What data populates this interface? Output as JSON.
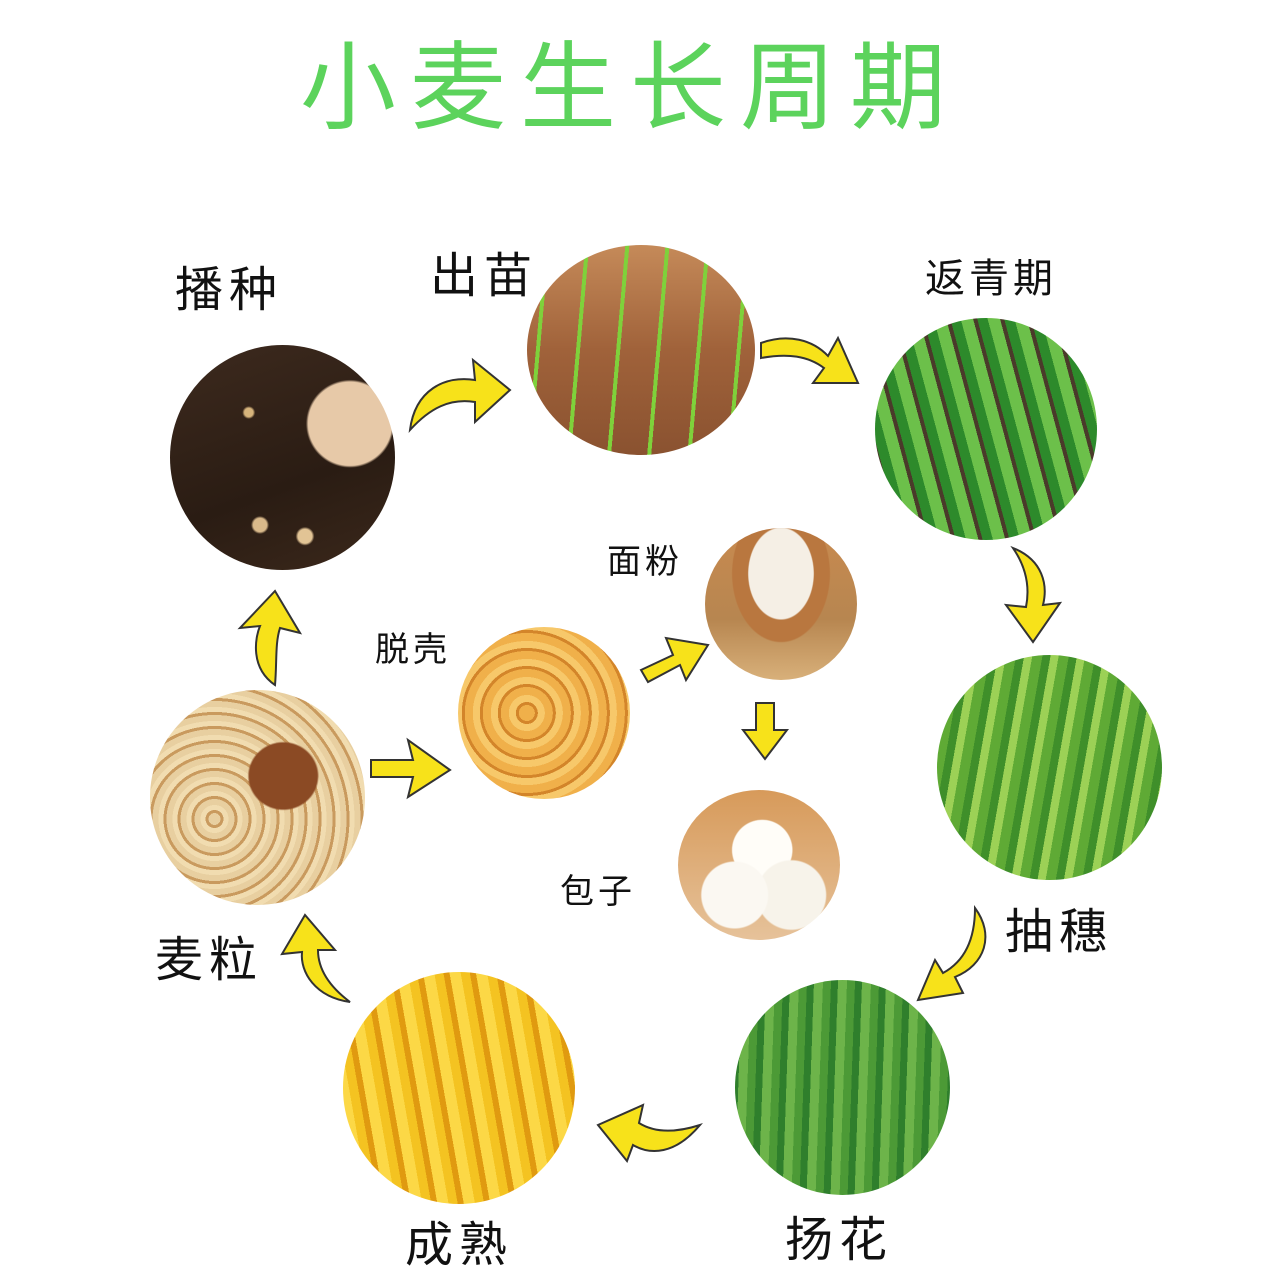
{
  "title": "小麦生长周期",
  "stages": [
    {
      "id": "sowing",
      "label": "播种"
    },
    {
      "id": "emergence",
      "label": "出苗"
    },
    {
      "id": "regreening",
      "label": "返青期"
    },
    {
      "id": "heading",
      "label": "抽穗"
    },
    {
      "id": "flowering",
      "label": "扬花"
    },
    {
      "id": "maturity",
      "label": "成熟"
    },
    {
      "id": "grain",
      "label": "麦粒"
    }
  ],
  "products": [
    {
      "id": "dehulling",
      "label": "脱壳"
    },
    {
      "id": "flour",
      "label": "面粉"
    },
    {
      "id": "bun",
      "label": "包子"
    }
  ],
  "colors": {
    "title": "#5cd35c",
    "arrow": "#f7e21a",
    "arrow_outline": "#333333"
  }
}
